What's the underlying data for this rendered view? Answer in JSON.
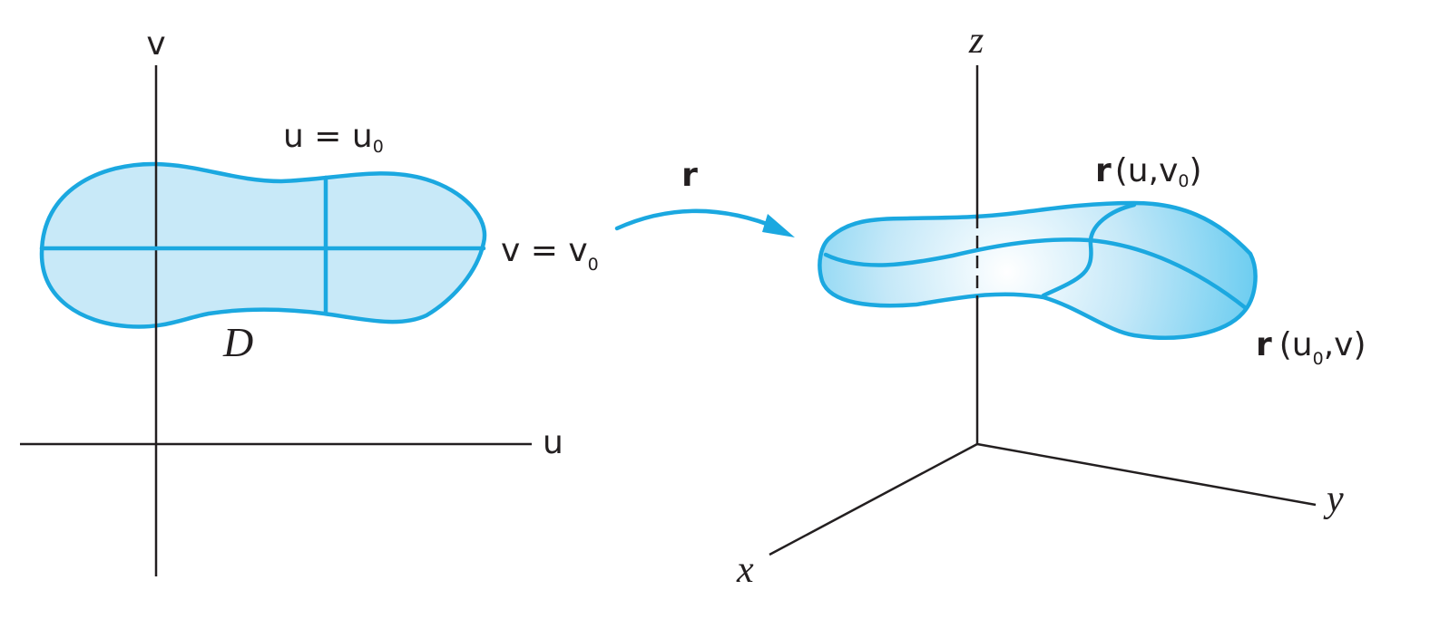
{
  "figure": {
    "colors": {
      "curve": "#1ba8e0",
      "fill": "#c8e9f8",
      "axis": "#231f20"
    },
    "uv_plane": {
      "axis_v": "v",
      "axis_u": "u",
      "region_label": "D",
      "line_u_label": {
        "main": "u = u",
        "sub": "0"
      },
      "line_v_label": {
        "main": "v = v",
        "sub": "0"
      }
    },
    "mapping": {
      "label": "r"
    },
    "xyz_space": {
      "axis_z": "z",
      "axis_y": "y",
      "axis_x": "x",
      "curve_u_label": {
        "func": "r",
        "open": "(u,v",
        "sub": "0",
        "close": ")"
      },
      "curve_v_label": {
        "func": "r",
        "open": "(u",
        "sub": "0",
        "close": ",v)"
      }
    }
  }
}
